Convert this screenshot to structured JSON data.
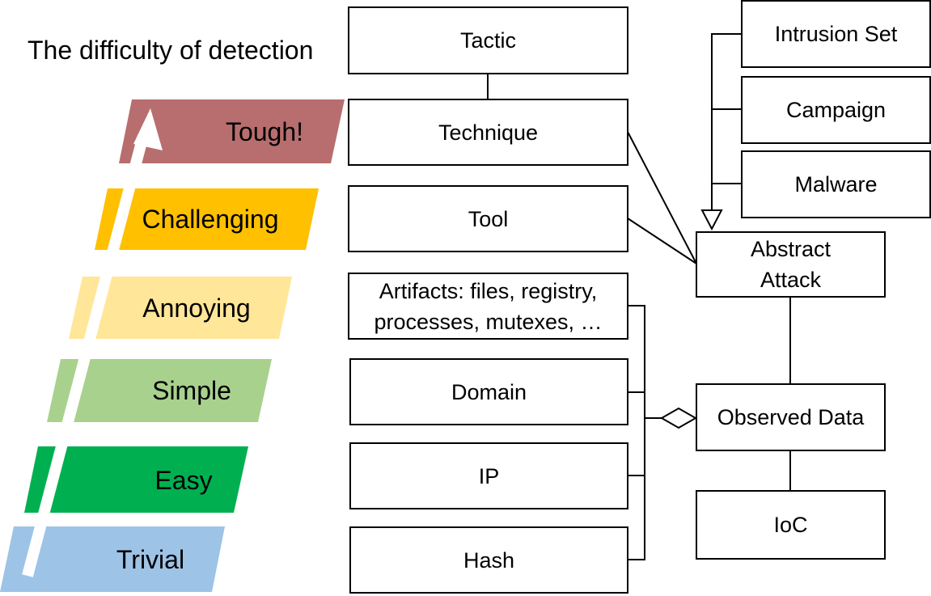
{
  "title": "The difficulty of detection",
  "levels": [
    {
      "label": "Tough!",
      "color": "#B86E6E"
    },
    {
      "label": "Challenging",
      "color": "#FFC000"
    },
    {
      "label": "Annoying",
      "color": "#FFE699"
    },
    {
      "label": "Simple",
      "color": "#A9D18E"
    },
    {
      "label": "Easy",
      "color": "#00B050"
    },
    {
      "label": "Trivial",
      "color": "#9DC3E6"
    }
  ],
  "indicators": {
    "tactic": "Tactic",
    "technique": "Technique",
    "tool": "Tool",
    "artifacts": "Artifacts: files, registry,\nprocesses, mutexes, …",
    "domain": "Domain",
    "ip": "IP",
    "hash": "Hash"
  },
  "model": {
    "intrusion_set": "Intrusion Set",
    "campaign": "Campaign",
    "malware": "Malware",
    "abstract_attack": "Abstract\nAttack",
    "observed_data": "Observed Data",
    "ioc": "IoC"
  }
}
